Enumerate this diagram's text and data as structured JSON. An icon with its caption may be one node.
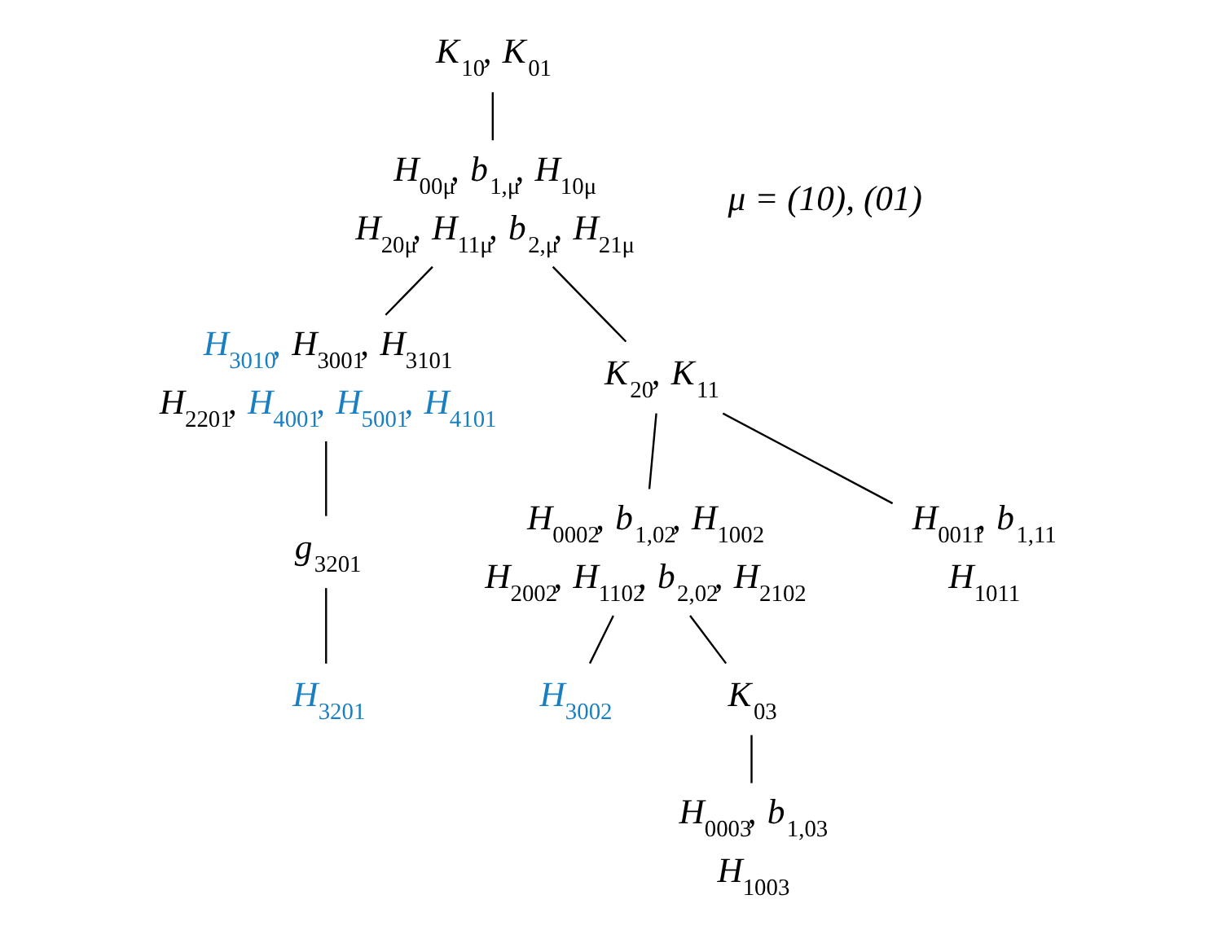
{
  "diagram": {
    "nodes": [
      {
        "text": [
          "K$_{10}$, K$_{01}$"
        ]
      },
      {
        "text": [
          "H$_{00μ}$, b$_{1,μ}$, H$_{10μ}$",
          "H$_{20μ}$, H$_{11μ}$, b$_{2,μ}$, H$_{21μ}$"
        ],
        "beside": [
          "μ = (10), (01)"
        ]
      },
      {
        "text": [
          "H$_{3010}$, H$_{3001}$, H$_{3101}$",
          "H$_{2201}$, H$_{4001}$, H$_{5001}$, H$_{4101}$"
        ]
      },
      {
        "text": [
          "K$_{20}$, K$_{11}$"
        ]
      },
      {
        "text": [
          "g$_{3201}$"
        ]
      },
      {
        "text": [
          "H$_{3201}$"
        ]
      },
      {
        "text": [
          "H$_{0002}$, b$_{1,02}$, H$_{1002}$",
          "H$_{2002}$, H$_{1102}$, b$_{2,02}$, H$_{2102}$"
        ]
      },
      {
        "text": [
          "H$_{0011}$, b$_{1,11}$",
          "H$_{1011}$"
        ]
      },
      {
        "text": [
          "H$_{3002}$"
        ]
      },
      {
        "text": [
          "K$_{03}$"
        ]
      },
      {
        "text": [
          "H$_{0003}$, b$_{1,03}$",
          "H$_{1003}$"
        ]
      }
    ],
    "edges": [
      {
        "from": 0,
        "to": 1,
        "arrow": "none"
      },
      {
        "from": 1,
        "to": 2,
        "arrow": "none"
      },
      {
        "from": 1,
        "to": 3,
        "arrow": "none"
      },
      {
        "from": 2,
        "to": 4,
        "arrow": "none"
      },
      {
        "from": 4,
        "to": 5,
        "arrow": "none"
      },
      {
        "from": 3,
        "to": 6,
        "arrow": "none"
      },
      {
        "from": 3,
        "to": 7,
        "arrow": "none"
      },
      {
        "from": 6,
        "to": 8,
        "arrow": "none"
      },
      {
        "from": 6,
        "to": 9,
        "arrow": "none"
      },
      {
        "from": 9,
        "to": 10,
        "arrow": "none"
      }
    ]
  }
}
